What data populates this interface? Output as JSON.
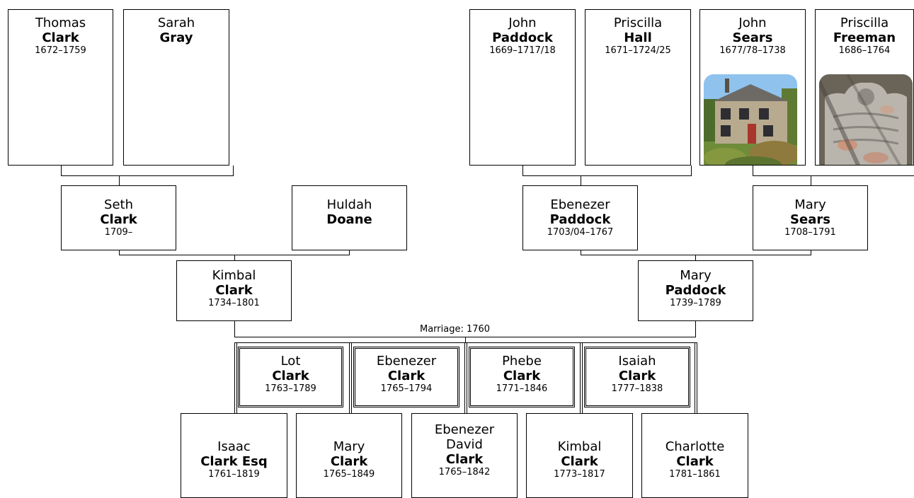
{
  "people": {
    "thomas_clark": {
      "given": [
        "Thomas"
      ],
      "surname": "Clark",
      "dates": "1672–1759"
    },
    "sarah_gray": {
      "given": [
        "Sarah"
      ],
      "surname": "Gray",
      "dates": ""
    },
    "john_paddock": {
      "given": [
        "John"
      ],
      "surname": "Paddock",
      "dates": "1669–1717/18"
    },
    "priscilla_hall": {
      "given": [
        "Priscilla"
      ],
      "surname": "Hall",
      "dates": "1671–1724/25"
    },
    "john_sears": {
      "given": [
        "John"
      ],
      "surname": "Sears",
      "dates": "1677/78–1738",
      "photo": "house-photo"
    },
    "priscilla_freeman": {
      "given": [
        "Priscilla"
      ],
      "surname": "Freeman",
      "dates": "1686–1764",
      "photo": "gravestone-photo"
    },
    "seth_clark": {
      "given": [
        "Seth"
      ],
      "surname": "Clark",
      "dates": "1709–"
    },
    "huldah_doane": {
      "given": [
        "Huldah"
      ],
      "surname": "Doane",
      "dates": ""
    },
    "ebenezer_paddock": {
      "given": [
        "Ebenezer"
      ],
      "surname": "Paddock",
      "dates": "1703/04–1767"
    },
    "mary_sears": {
      "given": [
        "Mary"
      ],
      "surname": "Sears",
      "dates": "1708–1791"
    },
    "kimbal_clark": {
      "given": [
        "Kimbal"
      ],
      "surname": "Clark",
      "dates": "1734–1801"
    },
    "mary_paddock": {
      "given": [
        "Mary"
      ],
      "surname": "Paddock",
      "dates": "1739–1789"
    },
    "lot_clark": {
      "given": [
        "Lot"
      ],
      "surname": "Clark",
      "dates": "1763–1789"
    },
    "ebenezer_clark": {
      "given": [
        "Ebenezer"
      ],
      "surname": "Clark",
      "dates": "1765–1794"
    },
    "phebe_clark": {
      "given": [
        "Phebe"
      ],
      "surname": "Clark",
      "dates": "1771–1846"
    },
    "isaiah_clark": {
      "given": [
        "Isaiah"
      ],
      "surname": "Clark",
      "dates": "1777–1838"
    },
    "isaac_clark": {
      "given": [
        "Isaac"
      ],
      "surname": "Clark Esq",
      "dates": "1761–1819"
    },
    "mary_clark": {
      "given": [
        "Mary"
      ],
      "surname": "Clark",
      "dates": "1765–1849"
    },
    "ebenezer_david_clark": {
      "given": [
        "Ebenezer",
        "David"
      ],
      "surname": "Clark",
      "dates": "1765–1842"
    },
    "kimbal_clark_jr": {
      "given": [
        "Kimbal"
      ],
      "surname": "Clark",
      "dates": "1773–1817"
    },
    "charlotte_clark": {
      "given": [
        "Charlotte"
      ],
      "surname": "Clark",
      "dates": "1781–1861"
    }
  },
  "marriage_label": "Marriage: 1760",
  "colors": {
    "line": "#000000",
    "box_border": "#000000",
    "background": "#ffffff"
  }
}
